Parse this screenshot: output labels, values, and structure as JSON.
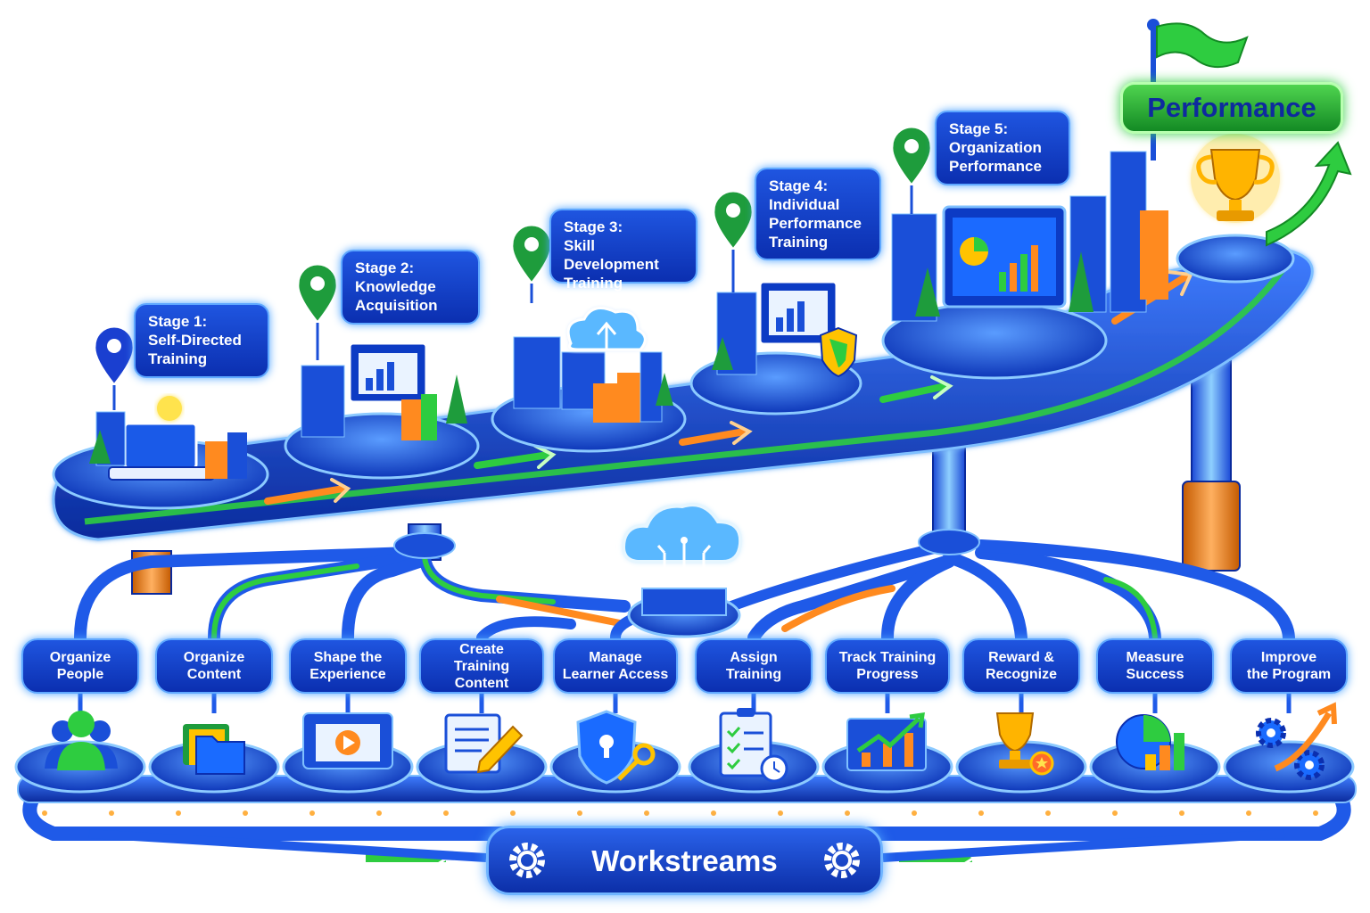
{
  "stages": [
    {
      "line1": "Stage 1:",
      "line2": "Self-Directed",
      "line3": "Training",
      "icon": "laptop-icon"
    },
    {
      "line1": "Stage 2:",
      "line2": "Knowledge",
      "line3": "Acquisition",
      "icon": "monitor-chart-icon"
    },
    {
      "line1": "Stage 3:",
      "line2": "Skill Development",
      "line3": "Training",
      "icon": "cloud-upload-icon"
    },
    {
      "line1": "Stage 4:",
      "line2": "Individual",
      "line3": "Performance",
      "line4": "Training",
      "icon": "shield-monitor-icon"
    },
    {
      "line1": "Stage 5:",
      "line2": "Organization",
      "line3": "Performance",
      "icon": "dashboard-icon"
    }
  ],
  "performance": {
    "label": "Performance",
    "icon": "trophy-icon"
  },
  "workstreams": {
    "title": "Workstreams",
    "items": [
      {
        "line1": "Organize",
        "line2": "People",
        "icon": "people-icon"
      },
      {
        "line1": "Organize",
        "line2": "Content",
        "icon": "folder-icon"
      },
      {
        "line1": "Shape the",
        "line2": "Experience",
        "icon": "video-player-icon"
      },
      {
        "line1": "Create",
        "line2": "Training Content",
        "icon": "document-pencil-icon"
      },
      {
        "line1": "Manage",
        "line2": "Learner Access",
        "icon": "shield-key-icon"
      },
      {
        "line1": "Assign",
        "line2": "Training",
        "icon": "checklist-clock-icon"
      },
      {
        "line1": "Track Training",
        "line2": "Progress",
        "icon": "growth-chart-icon"
      },
      {
        "line1": "Reward &",
        "line2": "Recognize",
        "icon": "trophy-medal-icon"
      },
      {
        "line1": "Measure",
        "line2": "Success",
        "icon": "pie-bar-icon"
      },
      {
        "line1": "Improve",
        "line2": "the Program",
        "icon": "gears-arrow-icon"
      }
    ]
  },
  "colors": {
    "primary": "#0b2fb0",
    "accent": "#1f6bff",
    "green": "#2ecc40",
    "orange": "#ff8a1f"
  }
}
